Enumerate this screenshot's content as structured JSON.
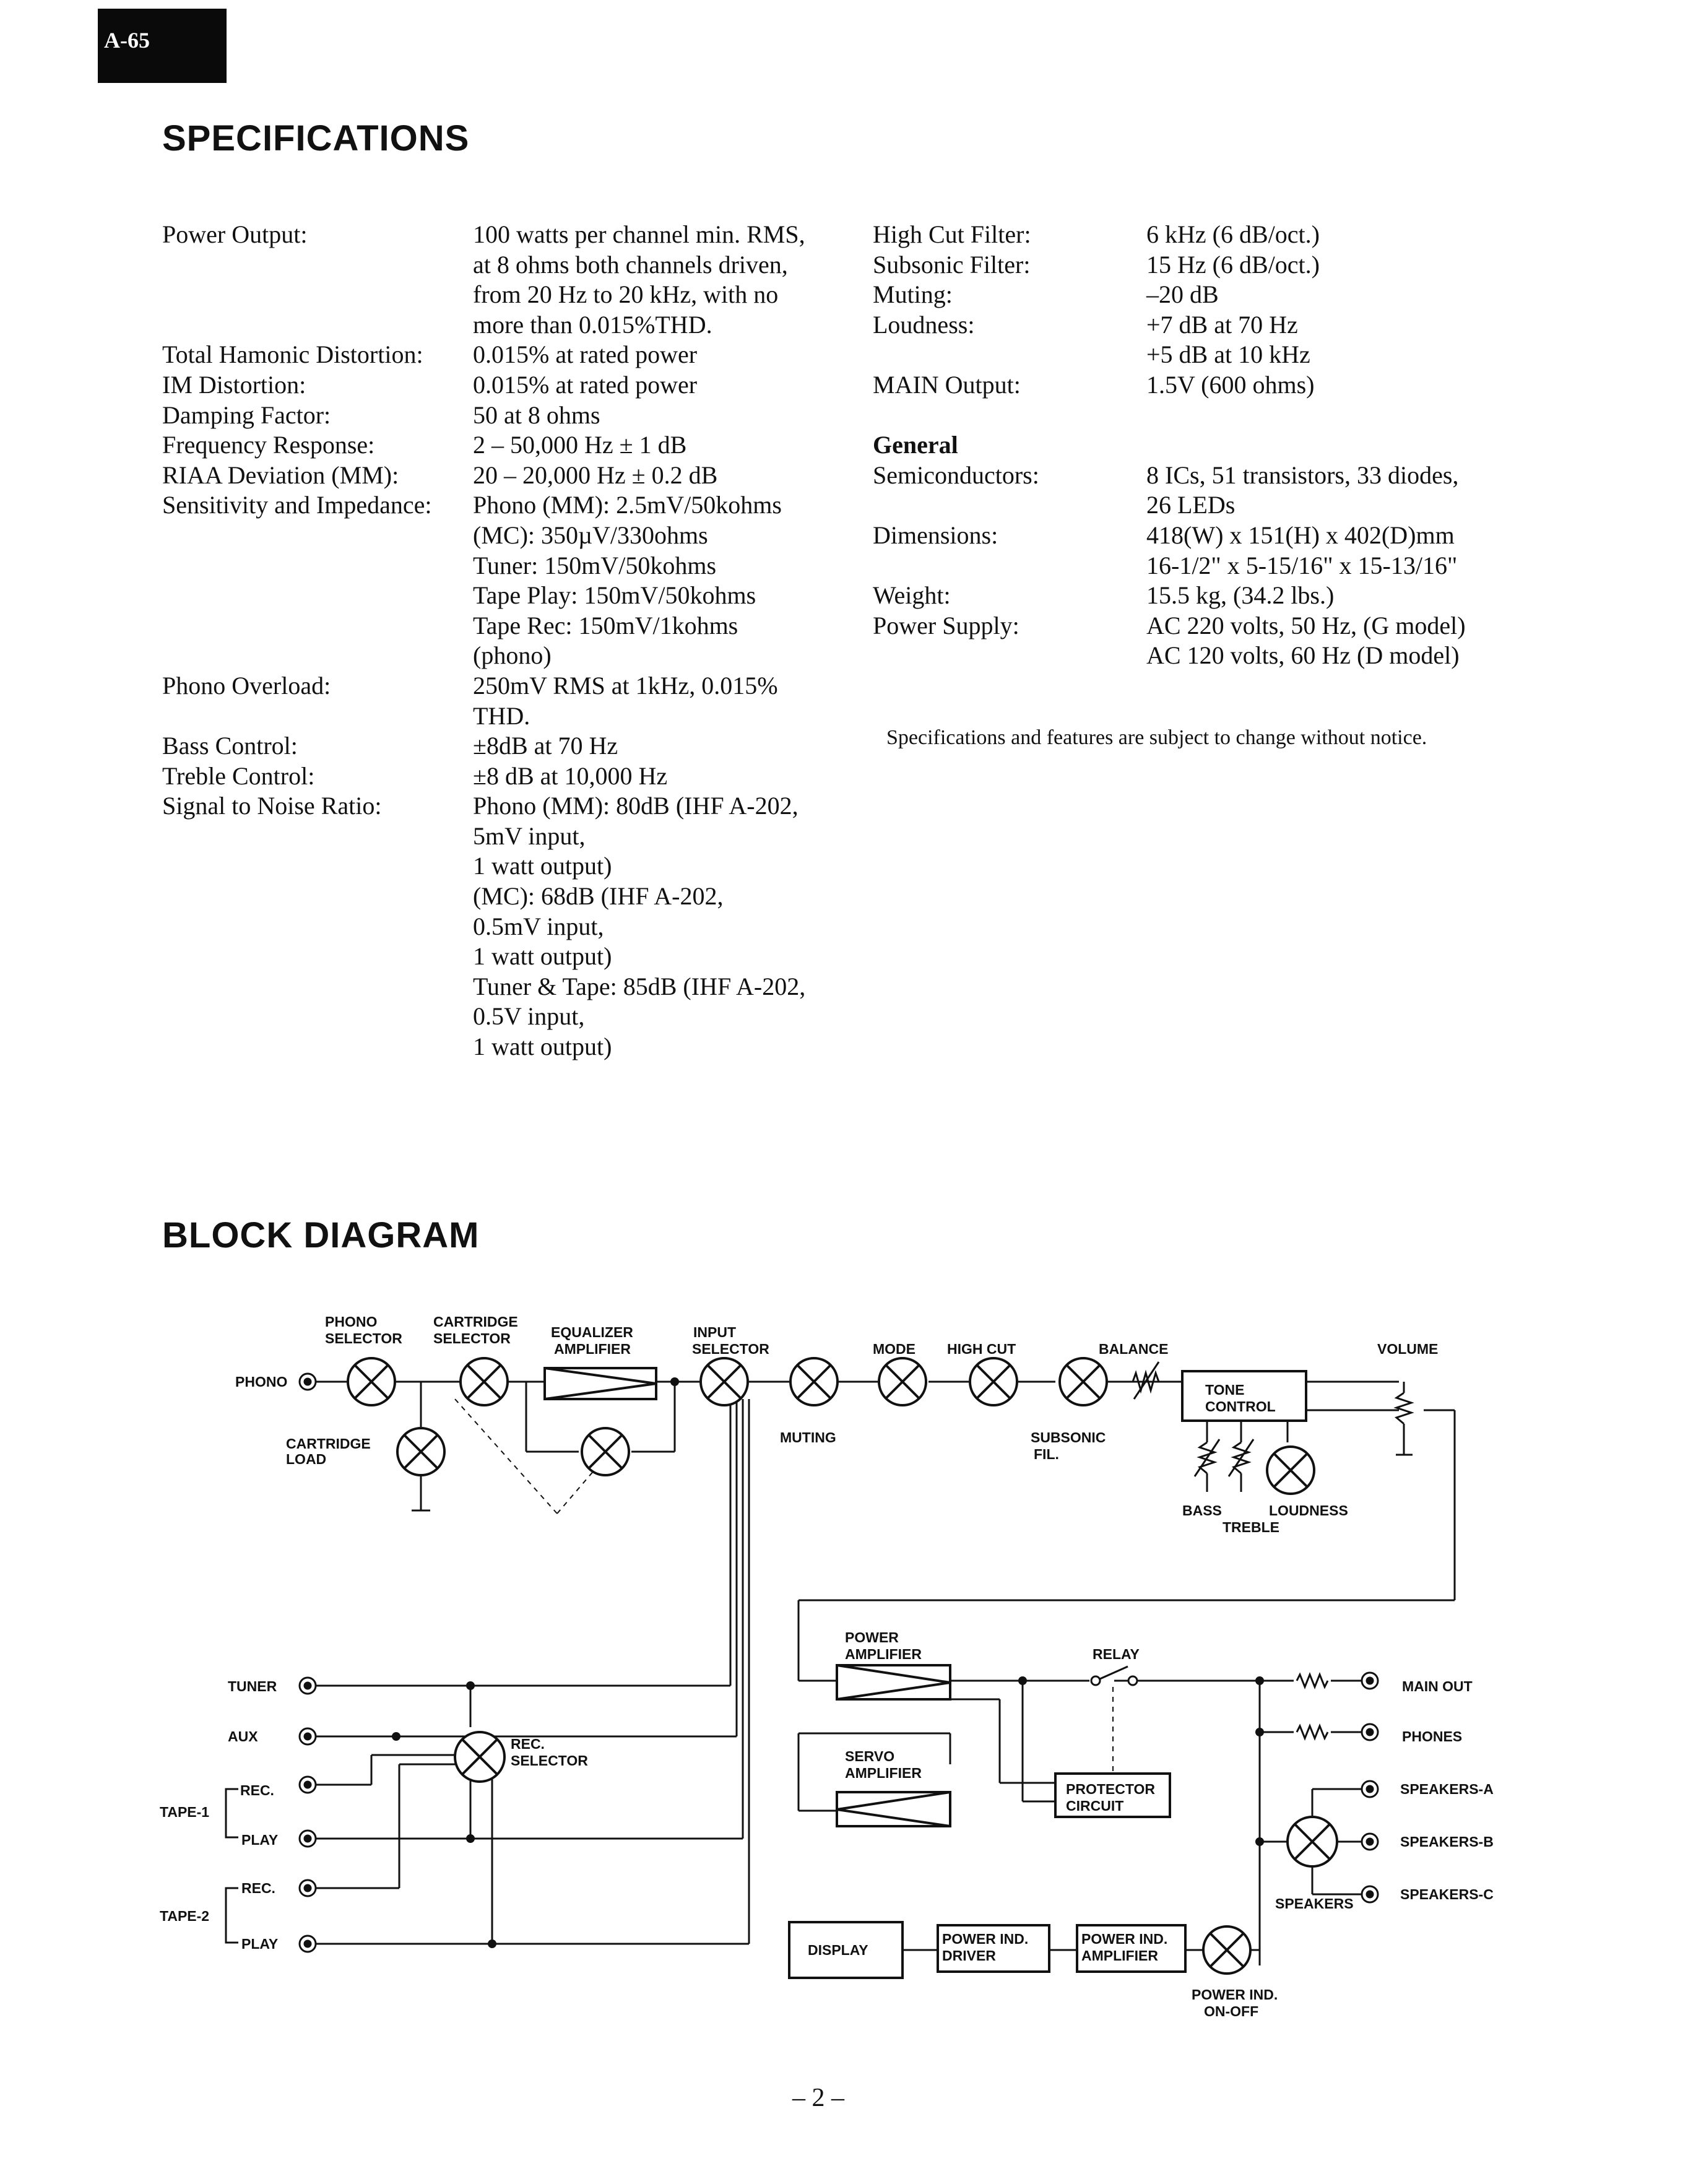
{
  "page_badge": "A-65",
  "specs_heading": "SPECIFICATIONS",
  "left_specs": [
    {
      "label": "Power Output:",
      "lines": [
        "100 watts per channel min. RMS,",
        "at 8 ohms both channels driven,",
        "from 20 Hz to 20 kHz, with no",
        "more than 0.015%THD."
      ]
    },
    {
      "label": "Total Hamonic Distortion:",
      "lines": [
        "0.015% at rated power"
      ]
    },
    {
      "label": "IM Distortion:",
      "lines": [
        "0.015% at rated power"
      ]
    },
    {
      "label": "Damping Factor:",
      "lines": [
        "50 at 8 ohms"
      ]
    },
    {
      "label": "Frequency Response:",
      "lines": [
        "2 – 50,000 Hz ± 1 dB"
      ]
    },
    {
      "label": "RIAA Deviation (MM):",
      "lines": [
        "20 – 20,000 Hz ± 0.2 dB"
      ]
    },
    {
      "label": "Sensitivity and Impedance:",
      "lines": [
        "Phono (MM): 2.5mV/50kohms",
        "(MC): 350µV/330ohms",
        "Tuner: 150mV/50kohms",
        "Tape Play: 150mV/50kohms",
        "Tape Rec: 150mV/1kohms",
        "(phono)"
      ]
    },
    {
      "label": "Phono Overload:",
      "lines": [
        "250mV RMS at 1kHz, 0.015%",
        "THD."
      ]
    },
    {
      "label": "Bass Control:",
      "lines": [
        "±8dB at 70 Hz"
      ]
    },
    {
      "label": "Treble Control:",
      "lines": [
        "±8 dB at 10,000 Hz"
      ]
    },
    {
      "label": "Signal to Noise Ratio:",
      "lines": [
        "Phono (MM): 80dB (IHF A-202,",
        "5mV input,",
        "1 watt output)",
        "(MC): 68dB (IHF A-202,",
        "0.5mV input,",
        "1 watt output)",
        "Tuner & Tape: 85dB (IHF A-202,",
        "0.5V input,",
        "1 watt output)"
      ]
    }
  ],
  "right_specs": [
    {
      "label": "High Cut Filter:",
      "lines": [
        "6 kHz (6 dB/oct.)"
      ]
    },
    {
      "label": "Subsonic Filter:",
      "lines": [
        "15 Hz (6 dB/oct.)"
      ]
    },
    {
      "label": "Muting:",
      "lines": [
        "–20 dB"
      ]
    },
    {
      "label": "Loudness:",
      "lines": [
        "+7 dB at 70 Hz",
        "+5 dB at 10 kHz"
      ]
    },
    {
      "label": "MAIN Output:",
      "lines": [
        "1.5V (600 ohms)"
      ]
    },
    {
      "label": "",
      "lines": [
        ""
      ]
    },
    {
      "label": "General",
      "lines": [
        ""
      ]
    },
    {
      "label": "Semiconductors:",
      "lines": [
        "8 ICs, 51 transistors, 33 diodes,",
        "26 LEDs"
      ]
    },
    {
      "label": "Dimensions:",
      "lines": [
        "418(W) x 151(H) x 402(D)mm",
        "16-1/2\" x 5-15/16\" x 15-13/16\""
      ]
    },
    {
      "label": "Weight:",
      "lines": [
        "15.5 kg, (34.2 lbs.)"
      ]
    },
    {
      "label": "Power Supply:",
      "lines": [
        "AC 220 volts, 50 Hz, (G model)",
        "AC 120 volts, 60 Hz (D model)"
      ]
    }
  ],
  "notice": "Specifications and features are subject to change without notice.",
  "block_heading": "BLOCK DIAGRAM",
  "diagram": {
    "phono_selector": [
      "PHONO",
      "SELECTOR"
    ],
    "cartridge_selector": [
      "CARTRIDGE",
      "SELECTOR"
    ],
    "equalizer_amplifier": [
      "EQUALIZER",
      "AMPLIFIER"
    ],
    "input_selector": [
      "INPUT",
      "SELECTOR"
    ],
    "mode": "MODE",
    "high_cut": "HIGH CUT",
    "balance": "BALANCE",
    "volume": "VOLUME",
    "phono": "PHONO",
    "tone_control": [
      "TONE",
      "CONTROL"
    ],
    "cartridge_load": [
      "CARTRIDGE",
      "LOAD"
    ],
    "muting": "MUTING",
    "subsonic_fil": [
      "SUBSONIC",
      "FIL."
    ],
    "bass": "BASS",
    "loudness": "LOUDNESS",
    "treble": "TREBLE",
    "power_amplifier": [
      "POWER",
      "AMPLIFIER"
    ],
    "relay": "RELAY",
    "tuner": "TUNER",
    "main_out": "MAIN OUT",
    "aux": "AUX",
    "phones": "PHONES",
    "rec_selector": [
      "REC.",
      "SELECTOR"
    ],
    "servo_amplifier": [
      "SERVO",
      "AMPLIFIER"
    ],
    "tape1": "TAPE-1",
    "tape2": "TAPE-2",
    "rec": "REC.",
    "play": "PLAY",
    "speakers_a": "SPEAKERS-A",
    "protector_circuit": [
      "PROTECTOR",
      "CIRCUIT"
    ],
    "speakers_b": "SPEAKERS-B",
    "speakers_c": "SPEAKERS-C",
    "speakers": "SPEAKERS",
    "display": "DISPLAY",
    "power_ind_driver": [
      "POWER IND.",
      "DRIVER"
    ],
    "power_ind_amplifier": [
      "POWER IND.",
      "AMPLIFIER"
    ],
    "power_ind_onoff": [
      "POWER IND.",
      "ON-OFF"
    ]
  },
  "page_number": "– 2 –"
}
